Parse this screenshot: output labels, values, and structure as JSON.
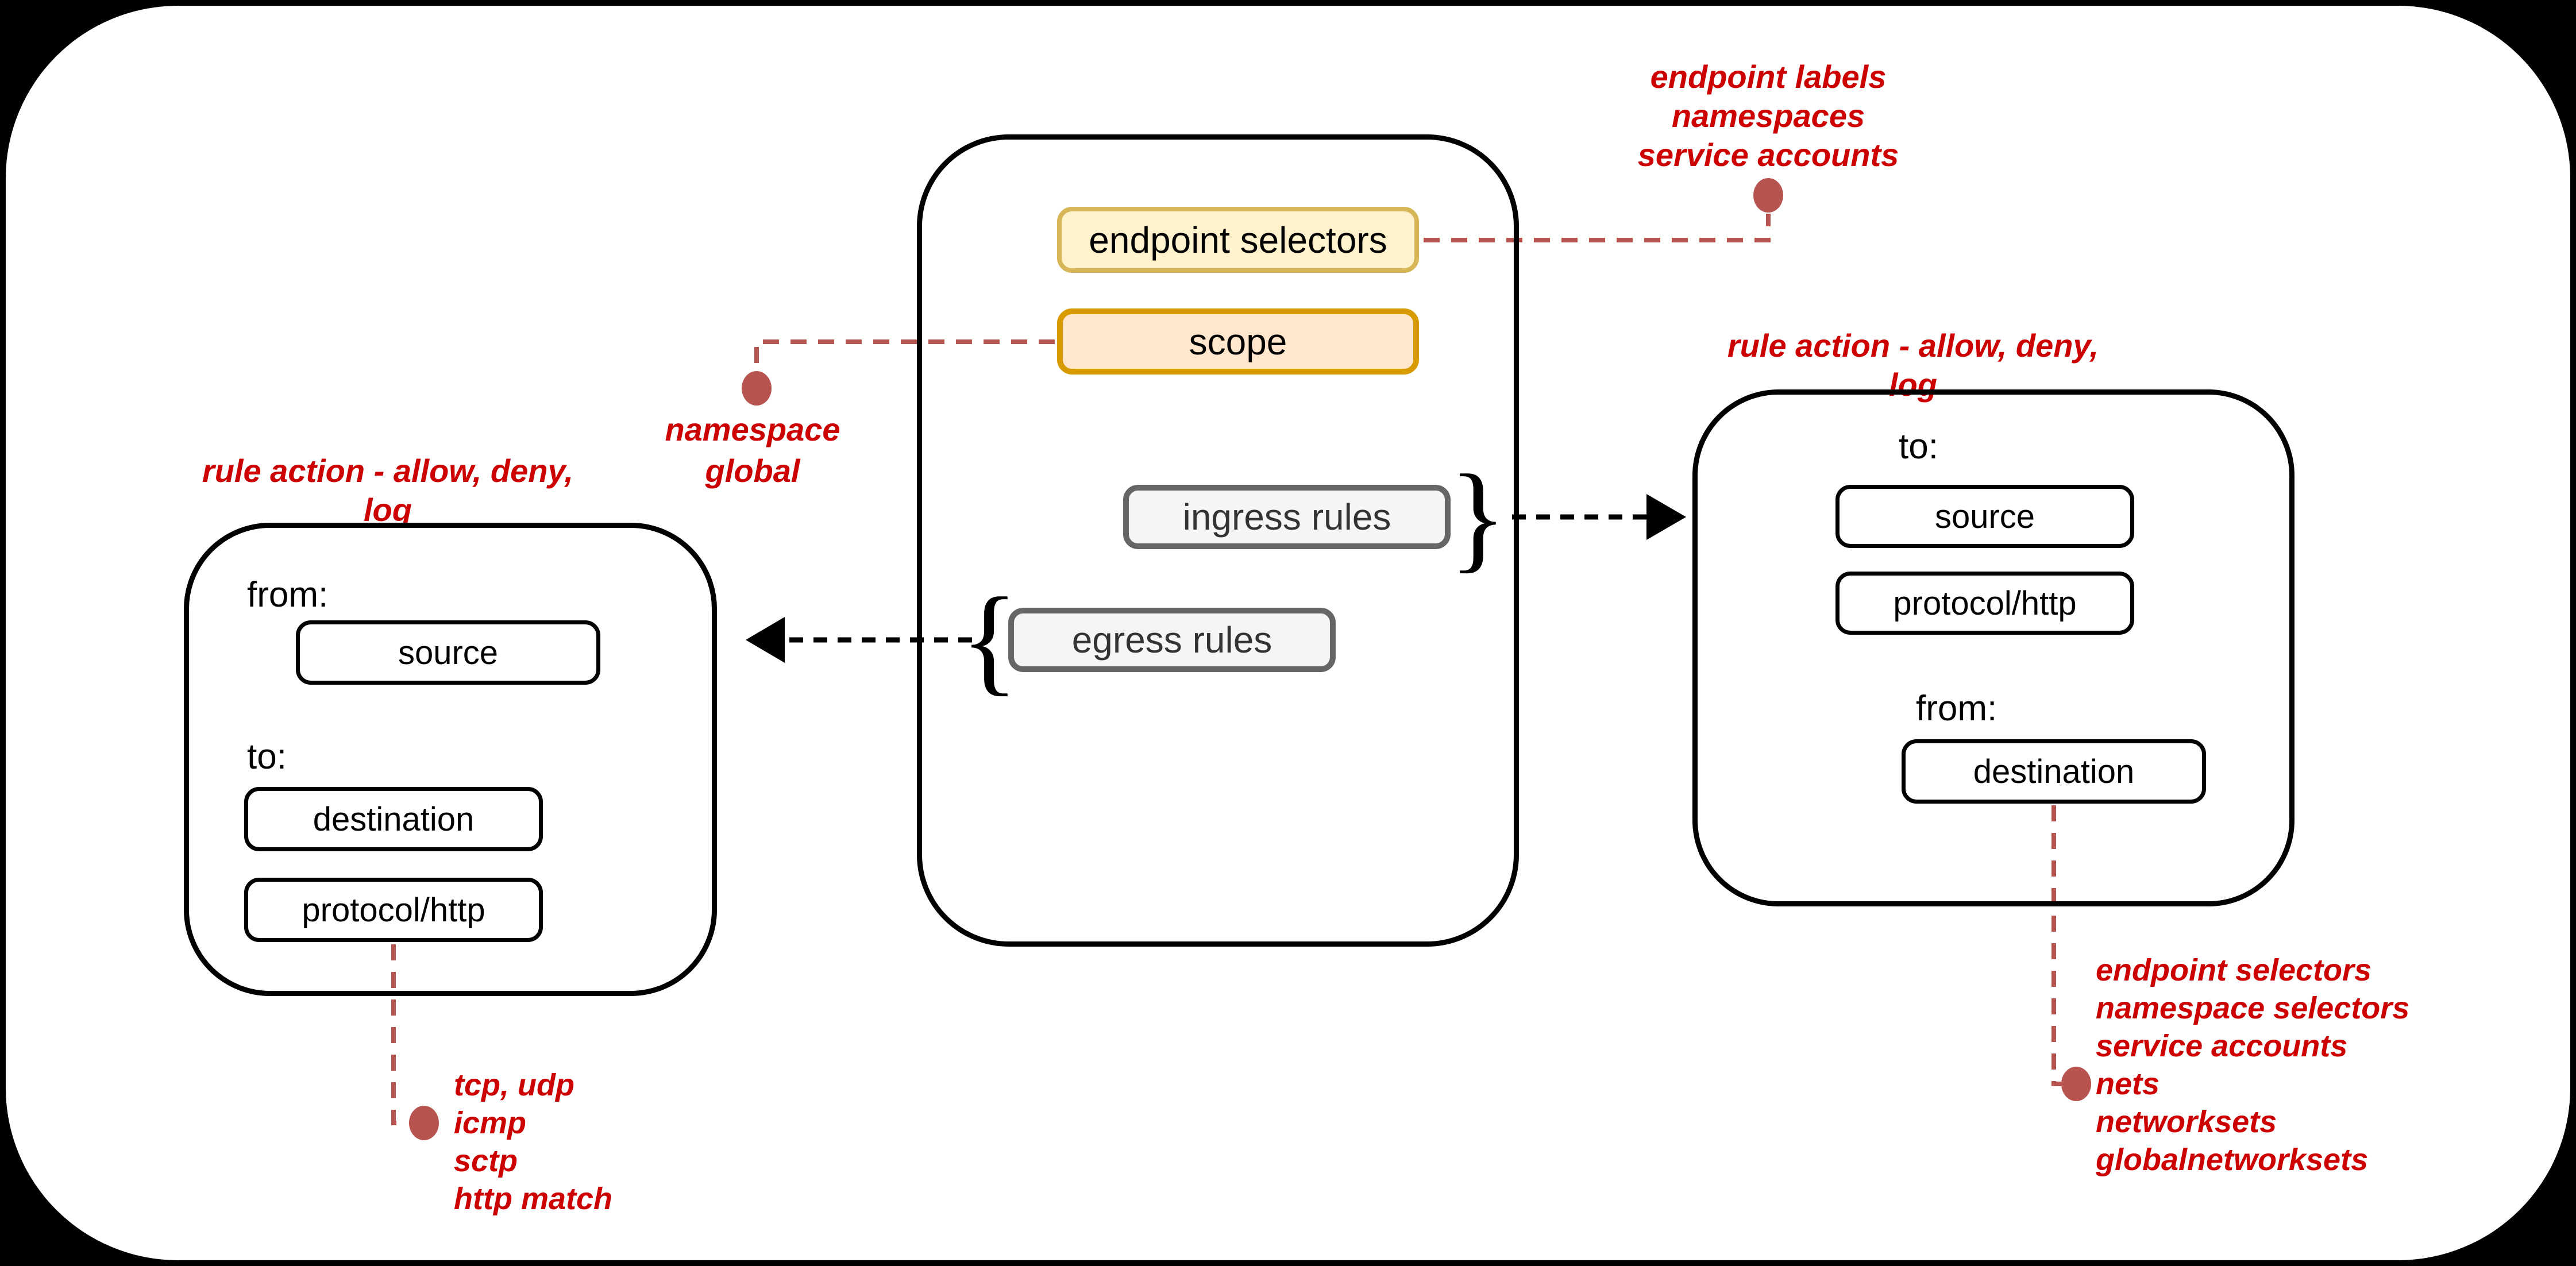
{
  "colors": {
    "background": "#000000",
    "canvas": "#ffffff",
    "annotation_red": "#CC0000",
    "connector_red": "#B85450",
    "endpoint_selectors_fill": "#FFF2CC",
    "endpoint_selectors_stroke": "#D6B656",
    "scope_fill": "#FFE6CC",
    "scope_stroke": "#D79B00",
    "rules_fill": "#F5F5F5",
    "rules_stroke": "#666666"
  },
  "policy_box": {
    "endpoint_selectors": "endpoint selectors",
    "scope": "scope",
    "ingress_rules": "ingress rules",
    "egress_rules": "egress rules"
  },
  "glyphs": {
    "ingress_brace": "}",
    "egress_brace": "{"
  },
  "egress_detail_box": {
    "rule_action": "rule action - allow, deny, log",
    "from_label": "from:",
    "source": "source",
    "to_label": "to:",
    "destination": "destination",
    "protocol": "protocol/http"
  },
  "ingress_detail_box": {
    "rule_action": "rule action - allow, deny, log",
    "to_label": "to:",
    "source": "source",
    "protocol": "protocol/http",
    "from_label": "from:",
    "destination": "destination"
  },
  "annotations": {
    "endpoint_selectors_note": [
      "endpoint labels",
      "namespaces",
      "service accounts"
    ],
    "scope_note": [
      "namespace",
      "global"
    ],
    "protocol_note": [
      "tcp, udp",
      "icmp",
      "sctp",
      "http match"
    ],
    "destination_note": [
      "endpoint selectors",
      "namespace selectors",
      "service accounts",
      "nets",
      "networksets",
      "globalnetworksets"
    ]
  }
}
